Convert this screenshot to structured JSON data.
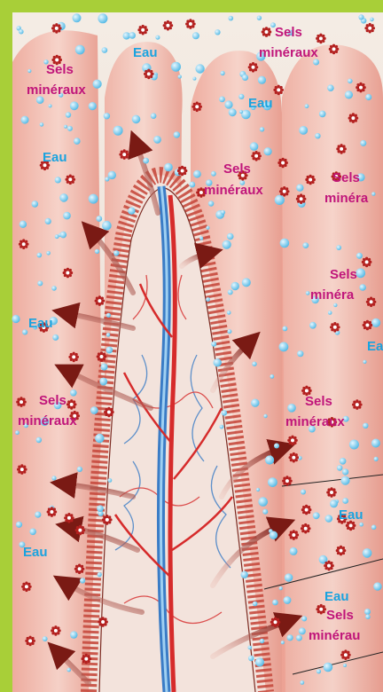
{
  "colors": {
    "frame_green": "#a8cf38",
    "tissue": "#e99486",
    "tissue_light": "#f6c9bd",
    "water_blue": "#1aa3df",
    "salt_magenta": "#c0157a",
    "salt_icon": "#b3201f",
    "arrow": "#7a1a14",
    "vessel_blue": "#3a7cc6",
    "vessel_red": "#d62b2b"
  },
  "labels": {
    "eau": "Eau",
    "sels": "Sels",
    "mineraux": "minéraux",
    "minerau_cut": "minéra",
    "mineraux_cut": "minérau",
    "ea_cut": "Ea"
  },
  "icons": {
    "water": "water-droplet-icon",
    "salt": "mineral-salt-icon",
    "flow": "absorption-arrow-icon"
  }
}
